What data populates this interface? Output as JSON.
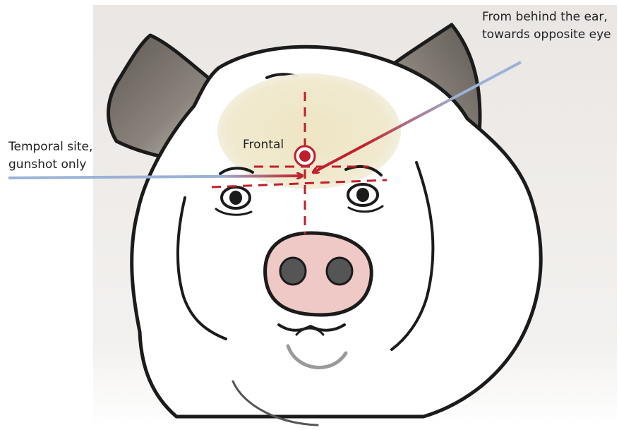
{
  "labels": {
    "temporal": [
      "Temporal site,",
      "gunshot only"
    ],
    "behind_ear": [
      "From behind the ear,",
      "towards opposite eye"
    ],
    "frontal": "Frontal"
  },
  "colors": {
    "arrow": "#c0202a",
    "line_blue": "#9ab2d6",
    "target_zone": "#eee6c6",
    "snout": "#efc9c6",
    "ear": "#7d7670",
    "outline": "#1b1b1b",
    "background_panel": "#ece8e4"
  }
}
